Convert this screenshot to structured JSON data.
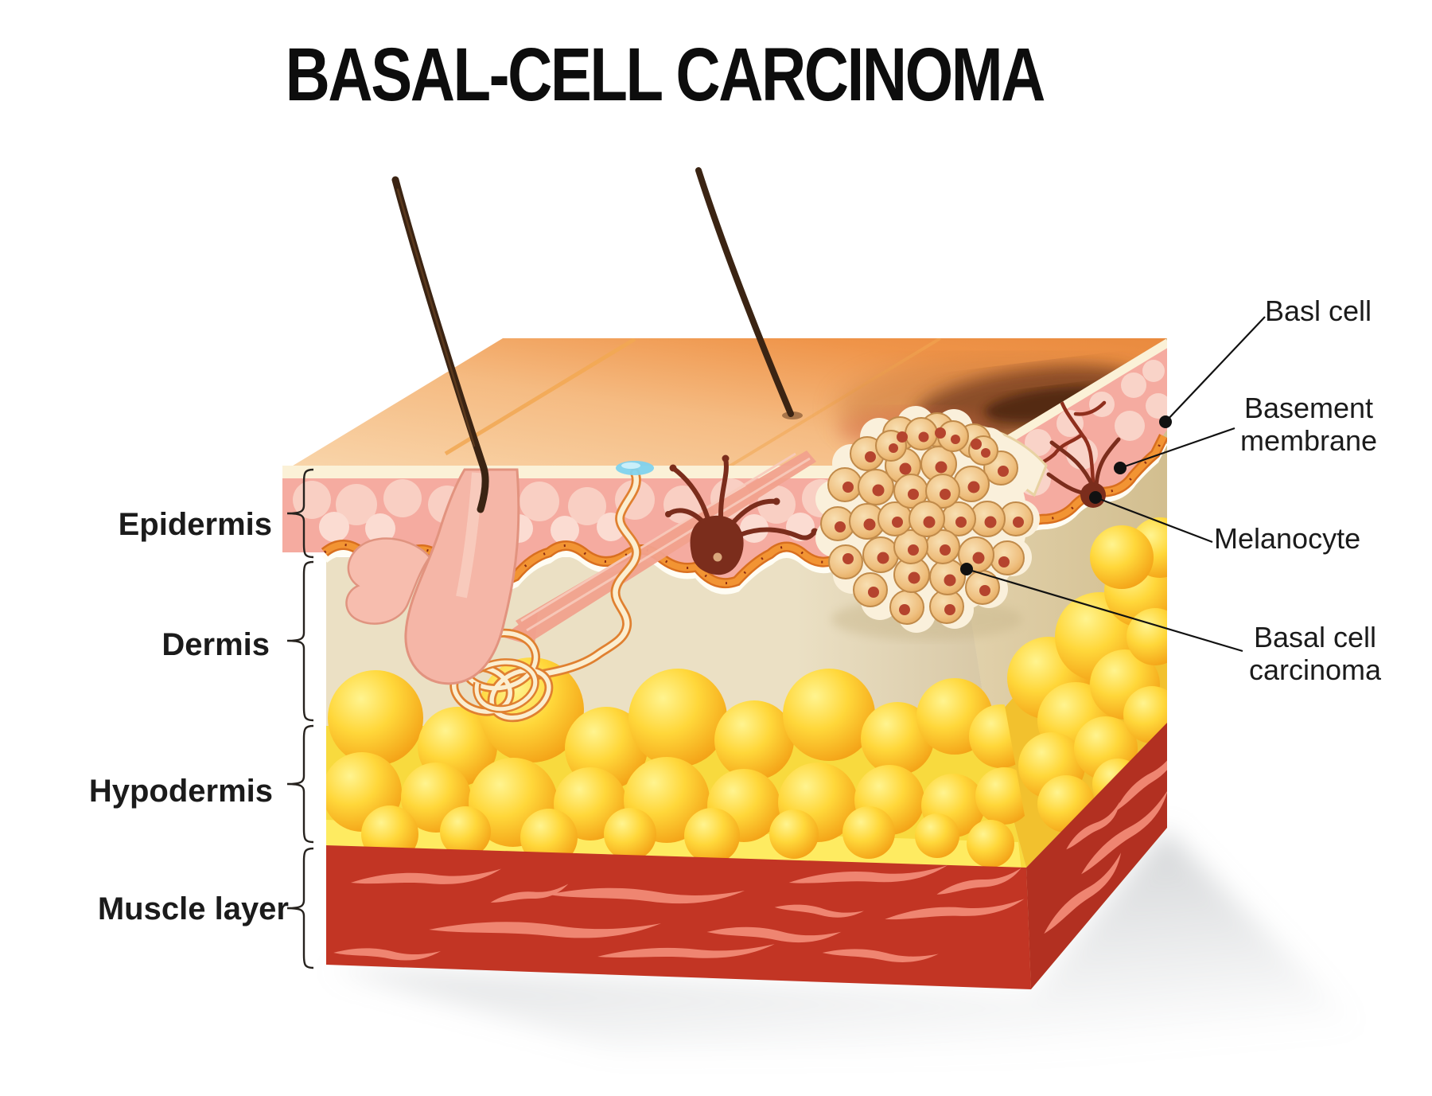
{
  "title": "BASAL-CELL CARCINOMA",
  "layers": {
    "epidermis": "Epidermis",
    "dermis": "Dermis",
    "hypodermis": "Hypodermis",
    "muscle": "Muscle layer"
  },
  "annotations": {
    "basal_cell": "Basl cell",
    "basement_membrane": "Basement membrane",
    "melanocyte": "Melanocyte",
    "carcinoma": "Basal cell carcinoma"
  },
  "colors": {
    "skin_surface": "#F3AE73",
    "epidermis": "#F5ABA0",
    "dermis": "#EADFC2",
    "hypodermis_fat": "#FFD22E",
    "muscle": "#C23524",
    "muscle_fiber": "#EF8571",
    "basement_membrane": "#F29433",
    "tumor_cell": "#EFC080",
    "tumor_nucleus": "#B5442E",
    "melanocyte": "#7B2D1C",
    "hair": "#3B2413",
    "sweat_duct": "#FBEED0",
    "label_text": "#1B1B1B"
  }
}
